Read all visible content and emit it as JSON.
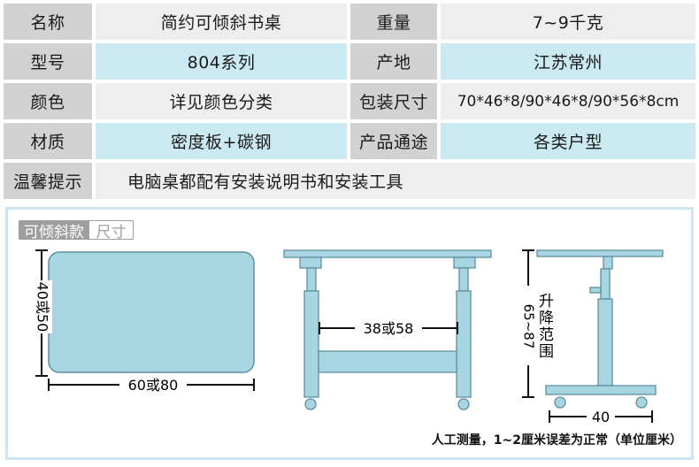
{
  "specs": {
    "row1": {
      "label1": "名称",
      "value1": "简约可倾斜书桌",
      "label2": "重量",
      "value2": "7~9千克"
    },
    "row2": {
      "label1": "型号",
      "value1": "804系列",
      "label2": "产地",
      "value2": "江苏常州"
    },
    "row3": {
      "label1": "颜色",
      "value1": "详见颜色分类",
      "label2": "包装尺寸",
      "value2": "70*46*8/90*46*8/90*56*8cm"
    },
    "row4": {
      "label1": "材质",
      "value1": "密度板+碳钢",
      "label2": "产品通途",
      "value2": "各类户型"
    },
    "row5": {
      "label": "温馨提示",
      "value": "电脑桌都配有安装说明书和安装工具"
    }
  },
  "diagram": {
    "title": "可倾斜款",
    "title_tag": "尺寸",
    "top_view": {
      "depth": "40或50",
      "width": "60或80"
    },
    "front_view": {
      "inner_width": "38或58"
    },
    "side_view": {
      "height_label": "升降范围",
      "height_range": "65~87",
      "base": "40"
    },
    "note": "人工测量，1~2厘米误差为正常（单位厘米）"
  },
  "colors": {
    "label_bg": "#d2d2d2",
    "row_blue": "#cbe9f1",
    "row_gray": "#eeeeee",
    "desk_fill": "#a8d5e2",
    "desk_stroke": "#5f8fa0"
  }
}
